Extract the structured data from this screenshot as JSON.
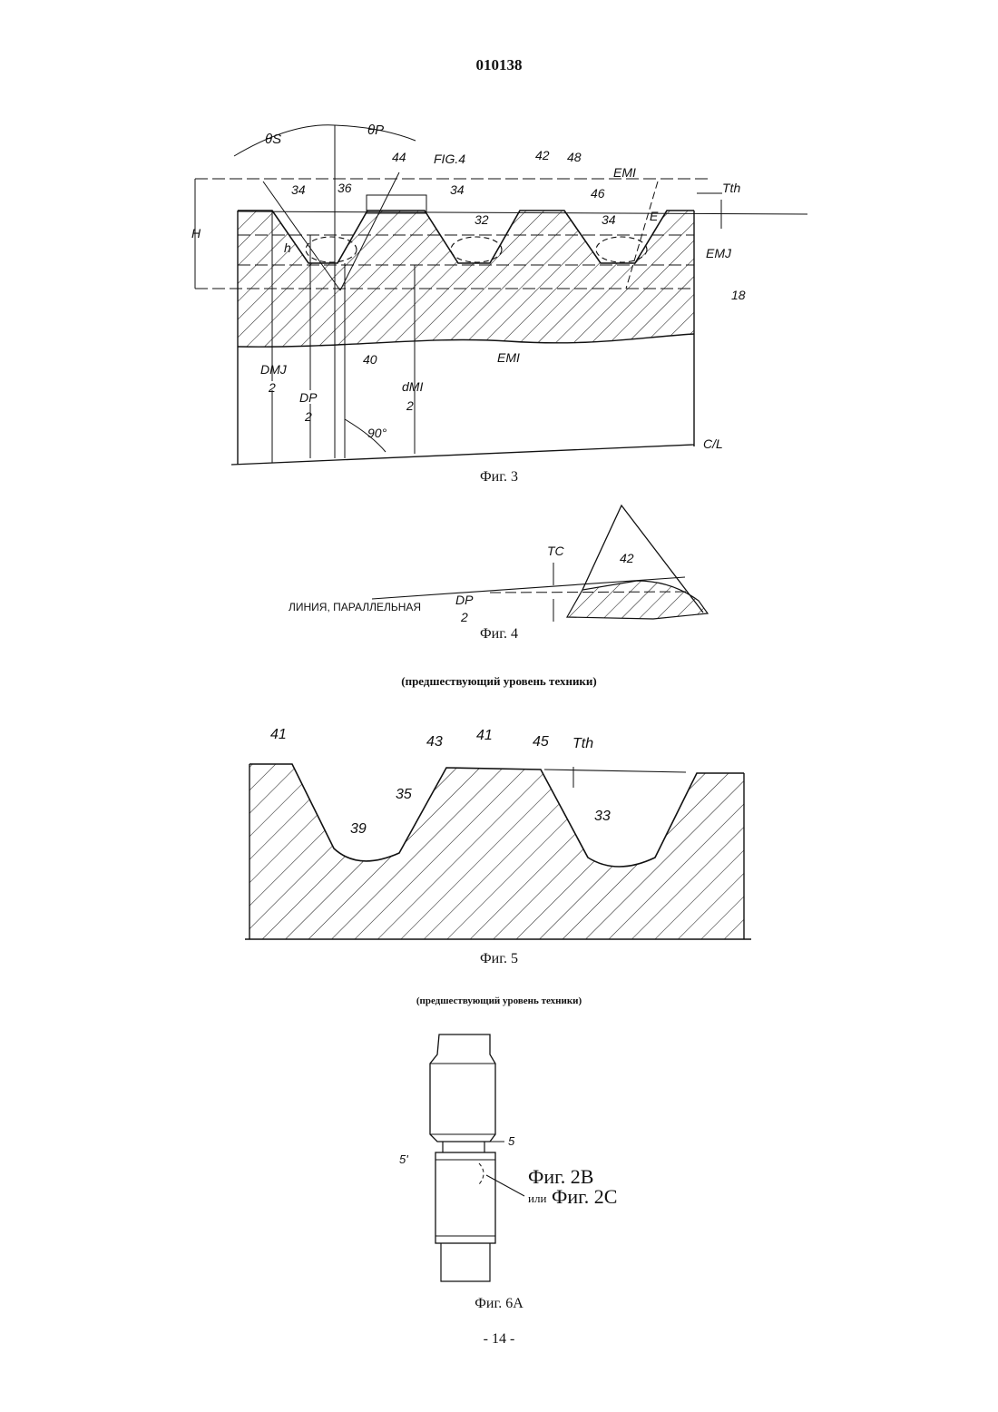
{
  "header": {
    "doc_number": "010138"
  },
  "fig3": {
    "caption": "Фиг. 3",
    "labels": {
      "theta_s": "θS",
      "theta_p": "θP",
      "l44": "44",
      "fig4ref": "FIG.4",
      "l42": "42",
      "l48": "48",
      "emi_top": "EMI",
      "tth": "Tth",
      "l34a": "34",
      "l36": "36",
      "l34b": "34",
      "l46": "46",
      "l32": "32",
      "l34c": "34",
      "e": "E",
      "h_big": "H",
      "h_small": "h",
      "emj": "EMJ",
      "l18": "18",
      "l40": "40",
      "emi_bottom": "EMI",
      "dmj": "DMJ",
      "dp": "DP",
      "dmi": "dMI",
      "two": "2",
      "deg90": "90°",
      "cl": "C/L"
    }
  },
  "fig4": {
    "caption": "Фиг. 4",
    "labels": {
      "tc": "TC",
      "l42": "42",
      "line_text": "ЛИНИЯ, ПАРАЛЛЕЛЬНАЯ",
      "dp": "DP",
      "two": "2"
    }
  },
  "prior_art_1": "(предшествующий уровень техники)",
  "fig5": {
    "caption": "Фиг. 5",
    "labels": {
      "l41a": "41",
      "l43": "43",
      "l41b": "41",
      "l45": "45",
      "tth": "Tth",
      "l35": "35",
      "l39": "39",
      "l33": "33"
    }
  },
  "prior_art_2": "(предшествующий уровень техники)",
  "fig6a": {
    "caption": "Фиг. 6А",
    "labels": {
      "l5": "5",
      "l5p": "5'",
      "ref_line1": "Фиг. 2В",
      "ref_or": "или",
      "ref_line2": "Фиг. 2С"
    }
  },
  "page_number": "- 14 -"
}
